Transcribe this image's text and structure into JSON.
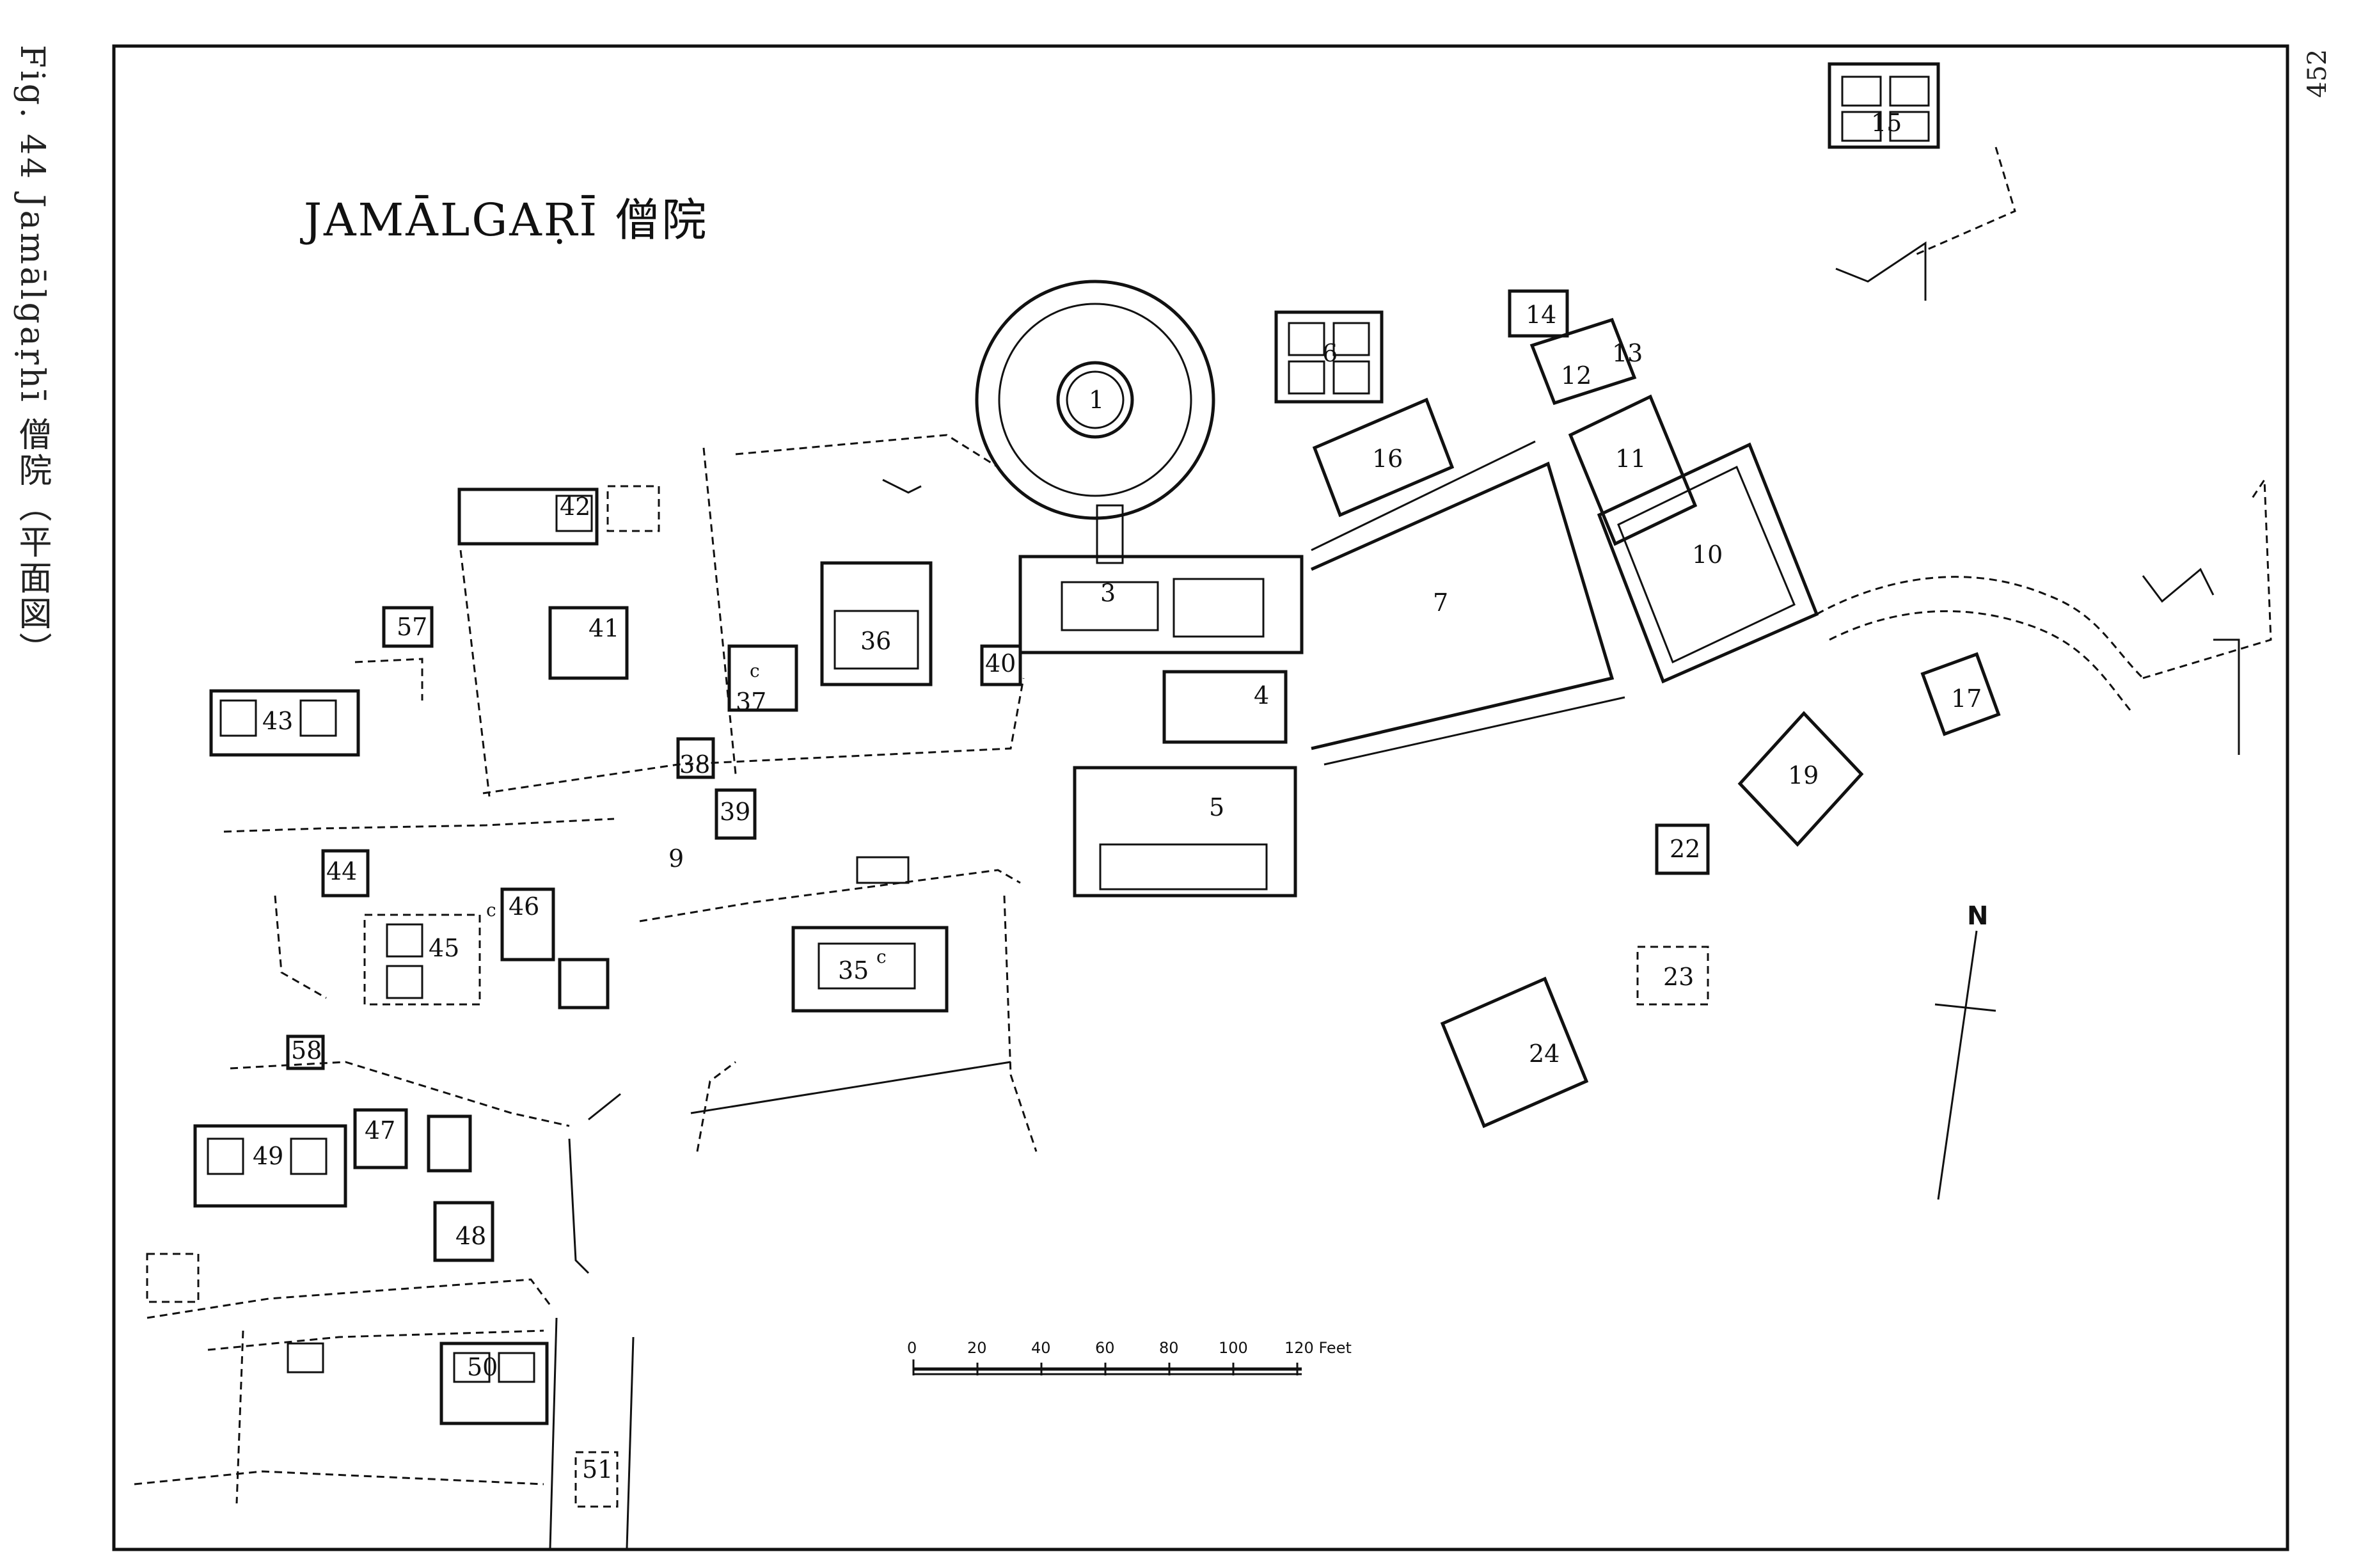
{
  "caption": "Fig. 44  Jamālgaṛhī 僧院（平面図）",
  "page_number": "452",
  "map": {
    "title": "JAMĀLGAṚĪ 僧院",
    "north_label": "N",
    "scale": {
      "ticks": [
        "0",
        "20",
        "40",
        "60",
        "80",
        "100",
        "120 Feet"
      ]
    },
    "site_labels": [
      "1",
      "3",
      "4",
      "5",
      "6",
      "7",
      "9",
      "10",
      "11",
      "12",
      "13",
      "14",
      "15",
      "16",
      "17",
      "19",
      "22",
      "23",
      "24",
      "35",
      "36",
      "37",
      "38",
      "39",
      "40",
      "41",
      "42",
      "43",
      "44",
      "45",
      "46",
      "47",
      "48",
      "49",
      "50",
      "51",
      "57",
      "58"
    ],
    "feature_marks": [
      "c",
      "c",
      "c"
    ]
  }
}
